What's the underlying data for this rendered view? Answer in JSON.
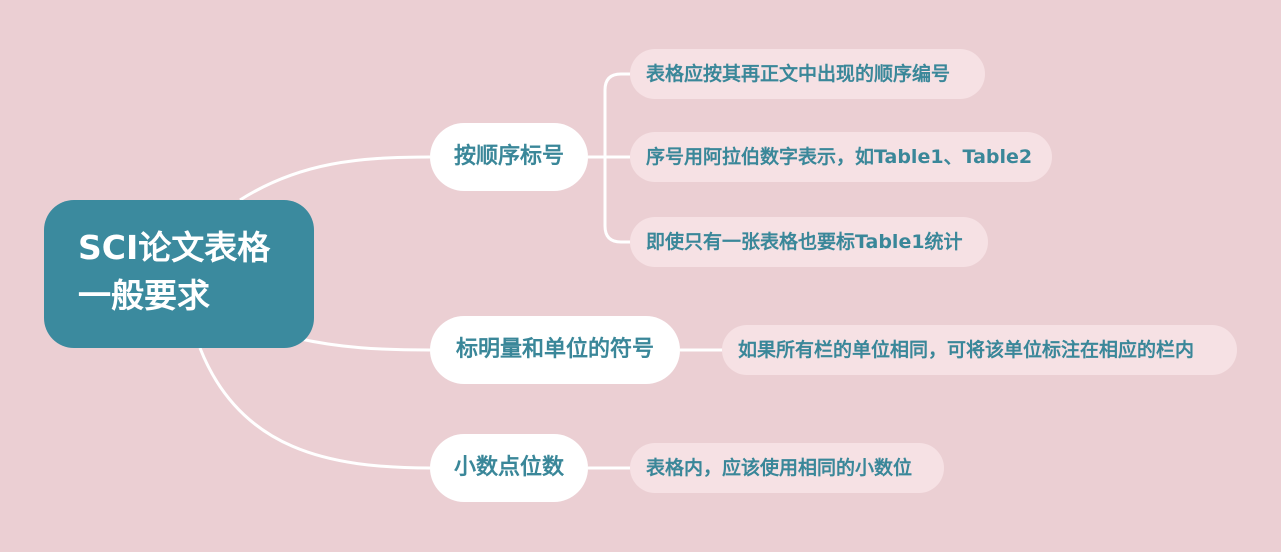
{
  "root": {
    "line1": "SCI论文表格",
    "line2": "一般要求"
  },
  "branches": [
    {
      "label": "按顺序标号",
      "leaves": [
        "表格应按其再正文中出现的顺序编号",
        "序号用阿拉伯数字表示，如Table1、Table2",
        "即使只有一张表格也要标Table1统计"
      ]
    },
    {
      "label": "标明量和单位的符号",
      "leaves": [
        "如果所有栏的单位相同，可将该单位标注在相应的栏内"
      ]
    },
    {
      "label": "小数点位数",
      "leaves": [
        "表格内，应该使用相同的小数位"
      ]
    }
  ],
  "colors": {
    "background": "#ebcfd3",
    "root_fill": "#3b8a9e",
    "branch_fill": "#ffffff",
    "leaf_fill": "#f6e1e4",
    "text": "#3a8799",
    "connector": "#ffffff"
  }
}
